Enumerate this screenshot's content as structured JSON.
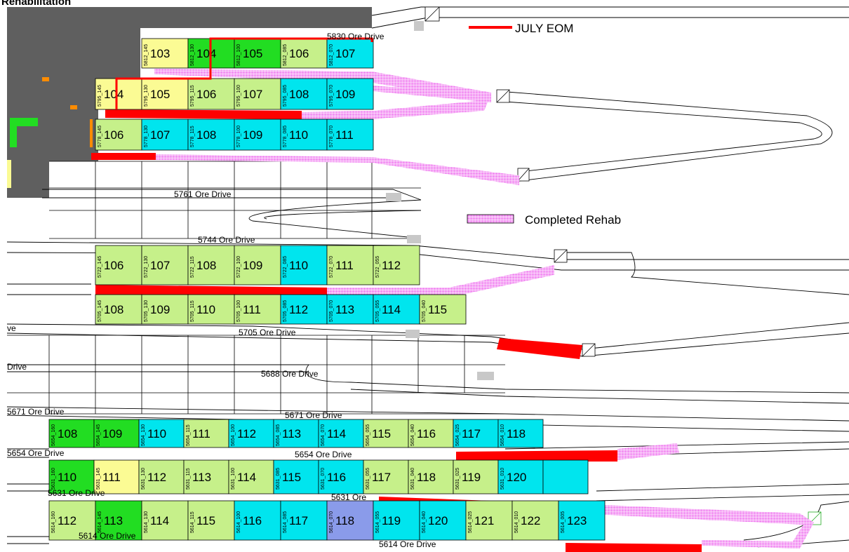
{
  "title": "Rehabilitation",
  "legend": {
    "july_eom": "JULY EOM",
    "completed_rehab": "Completed Rehab"
  },
  "colors": {
    "dark_gray": "#5f5f5f",
    "light_green": "#c6f08a",
    "bright_green": "#22dd22",
    "cyan": "#00e5ee",
    "yellow": "#fbfb94",
    "blue": "#8a9bea",
    "red": "#ff0000",
    "magenta": "#ee66ee",
    "orange": "#ff8c00"
  },
  "drive_labels": [
    "5830 Ore Drive",
    "5761 Ore Drive",
    "5744 Ore Drive",
    "5705 Ore Drive",
    "5688 Ore Drive",
    "Drive",
    "ve",
    "5671 Ore Drive",
    "5671 Ore Drive",
    "5654 Ore Drive",
    "5654 Ore Drive",
    "5631 Ore Drive",
    "5631 Ore",
    "5614 Ore Drive",
    "5614 Ore Drive"
  ],
  "rows": [
    {
      "level": "5812",
      "cells": [
        {
          "num": "103",
          "tag": "5812_145",
          "color": "yellow"
        },
        {
          "num": "104",
          "tag": "5812_130",
          "color": "bright_green"
        },
        {
          "num": "105",
          "tag": "5812_100",
          "color": "bright_green"
        },
        {
          "num": "106",
          "tag": "5812_085",
          "color": "light_green"
        },
        {
          "num": "107",
          "tag": "5812_070",
          "color": "cyan"
        }
      ]
    },
    {
      "level": "5795",
      "cells": [
        {
          "num": "104",
          "tag": "5795_145",
          "color": "yellow"
        },
        {
          "num": "105",
          "tag": "5795_130",
          "color": "yellow"
        },
        {
          "num": "106",
          "tag": "5795_115",
          "color": "light_green"
        },
        {
          "num": "107",
          "tag": "5795_100",
          "color": "light_green"
        },
        {
          "num": "108",
          "tag": "5795_085",
          "color": "cyan"
        },
        {
          "num": "109",
          "tag": "5795_070",
          "color": "cyan"
        }
      ]
    },
    {
      "level": "5778",
      "cells": [
        {
          "num": "106",
          "tag": "5778_145",
          "color": "light_green"
        },
        {
          "num": "107",
          "tag": "5778_130",
          "color": "cyan"
        },
        {
          "num": "108",
          "tag": "5778_115",
          "color": "cyan"
        },
        {
          "num": "109",
          "tag": "5778_100",
          "color": "cyan"
        },
        {
          "num": "110",
          "tag": "5778_085",
          "color": "cyan"
        },
        {
          "num": "111",
          "tag": "5778_070",
          "color": "cyan"
        }
      ]
    },
    {
      "level": "5722",
      "cells": [
        {
          "num": "106",
          "tag": "5722_145",
          "color": "light_green"
        },
        {
          "num": "107",
          "tag": "5722_130",
          "color": "light_green"
        },
        {
          "num": "108",
          "tag": "5722_115",
          "color": "light_green"
        },
        {
          "num": "109",
          "tag": "5722_100",
          "color": "light_green"
        },
        {
          "num": "110",
          "tag": "5722_085",
          "color": "cyan"
        },
        {
          "num": "111",
          "tag": "5722_070",
          "color": "light_green"
        },
        {
          "num": "112",
          "tag": "5722_055",
          "color": "light_green"
        }
      ]
    },
    {
      "level": "5705",
      "cells": [
        {
          "num": "108",
          "tag": "5705_145",
          "color": "light_green"
        },
        {
          "num": "109",
          "tag": "5705_130",
          "color": "light_green"
        },
        {
          "num": "110",
          "tag": "5705_115",
          "color": "light_green"
        },
        {
          "num": "111",
          "tag": "5705_100",
          "color": "light_green"
        },
        {
          "num": "112",
          "tag": "5705_085",
          "color": "cyan"
        },
        {
          "num": "113",
          "tag": "5705_070",
          "color": "cyan"
        },
        {
          "num": "114",
          "tag": "5705_055",
          "color": "cyan"
        },
        {
          "num": "115",
          "tag": "5705_040",
          "color": "light_green"
        }
      ]
    },
    {
      "level": "5654",
      "cells": [
        {
          "num": "108",
          "tag": "5654_160",
          "color": "bright_green"
        },
        {
          "num": "109",
          "tag": "5654_145",
          "color": "bright_green"
        },
        {
          "num": "110",
          "tag": "5654_130",
          "color": "cyan"
        },
        {
          "num": "111",
          "tag": "5654_115",
          "color": "light_green"
        },
        {
          "num": "112",
          "tag": "5654_100",
          "color": "cyan"
        },
        {
          "num": "113",
          "tag": "5654_085",
          "color": "cyan"
        },
        {
          "num": "114",
          "tag": "5654_070",
          "color": "cyan"
        },
        {
          "num": "115",
          "tag": "5654_055",
          "color": "light_green"
        },
        {
          "num": "116",
          "tag": "5654_040",
          "color": "light_green"
        },
        {
          "num": "117",
          "tag": "5654_025",
          "color": "cyan"
        },
        {
          "num": "118",
          "tag": "5654_010",
          "color": "cyan"
        }
      ]
    },
    {
      "level": "5631",
      "cells": [
        {
          "num": "110",
          "tag": "5631_160",
          "color": "bright_green"
        },
        {
          "num": "111",
          "tag": "5631_145",
          "color": "yellow"
        },
        {
          "num": "112",
          "tag": "5631_130",
          "color": "light_green"
        },
        {
          "num": "113",
          "tag": "5631_115",
          "color": "light_green"
        },
        {
          "num": "114",
          "tag": "5631_100",
          "color": "light_green"
        },
        {
          "num": "115",
          "tag": "5631_085",
          "color": "cyan"
        },
        {
          "num": "116",
          "tag": "5631_070",
          "color": "cyan"
        },
        {
          "num": "117",
          "tag": "5631_055",
          "color": "light_green"
        },
        {
          "num": "118",
          "tag": "5631_040",
          "color": "light_green"
        },
        {
          "num": "119",
          "tag": "5631_025",
          "color": "light_green"
        },
        {
          "num": "120",
          "tag": "5631_010",
          "color": "cyan"
        },
        {
          "num": "",
          "tag": "",
          "color": "cyan"
        }
      ]
    },
    {
      "level": "5614",
      "cells": [
        {
          "num": "112",
          "tag": "5614_160",
          "color": "light_green"
        },
        {
          "num": "113",
          "tag": "5614_145",
          "color": "bright_green"
        },
        {
          "num": "114",
          "tag": "5614_130",
          "color": "light_green"
        },
        {
          "num": "115",
          "tag": "5614_115",
          "color": "light_green"
        },
        {
          "num": "116",
          "tag": "5614_100",
          "color": "cyan"
        },
        {
          "num": "117",
          "tag": "5614_085",
          "color": "cyan"
        },
        {
          "num": "118",
          "tag": "5614_070",
          "color": "blue"
        },
        {
          "num": "119",
          "tag": "5614_055",
          "color": "cyan"
        },
        {
          "num": "120",
          "tag": "5614_040",
          "color": "cyan"
        },
        {
          "num": "121",
          "tag": "5614_025",
          "color": "light_green"
        },
        {
          "num": "122",
          "tag": "5614_010",
          "color": "light_green"
        },
        {
          "num": "123",
          "tag": "5614_005",
          "color": "cyan"
        }
      ]
    }
  ]
}
